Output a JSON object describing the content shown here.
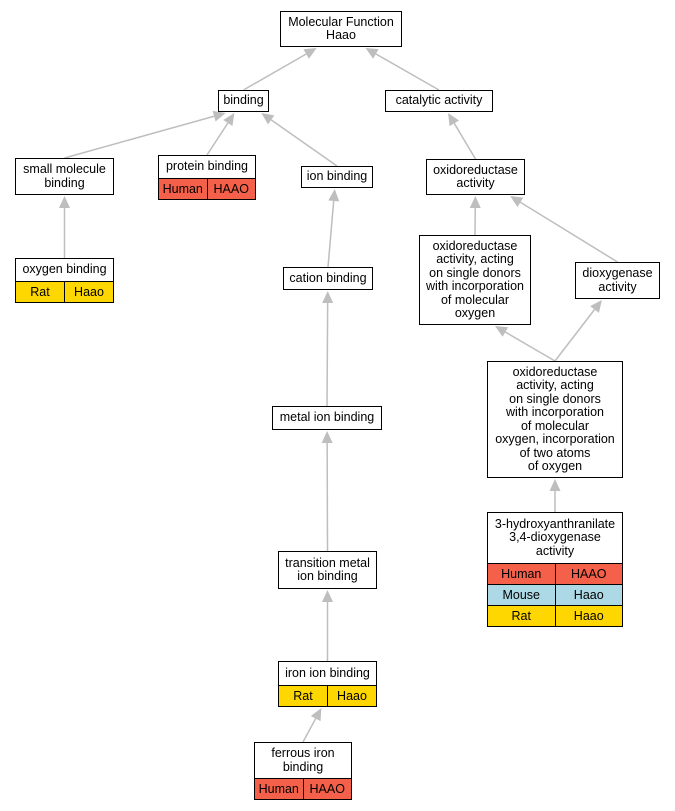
{
  "colors": {
    "human": "#f46049",
    "mouse": "#add8e6",
    "rat": "#ffd700",
    "edge": "#bebebe",
    "border": "#000000"
  },
  "nodes": {
    "mf_root": {
      "label": "Molecular Function\nHaao",
      "rows": []
    },
    "binding": {
      "label": "binding",
      "rows": []
    },
    "catalytic_activity": {
      "label": "catalytic activity",
      "rows": []
    },
    "small_molecule_binding": {
      "label": "small molecule\nbinding",
      "rows": []
    },
    "protein_binding": {
      "label": "protein binding",
      "rows": [
        {
          "species": "Human",
          "gene": "HAAO",
          "color_key": "human"
        }
      ]
    },
    "ion_binding": {
      "label": "ion binding",
      "rows": []
    },
    "oxidoreductase_activity": {
      "label": "oxidoreductase\nactivity",
      "rows": []
    },
    "oxygen_binding": {
      "label": "oxygen binding",
      "rows": [
        {
          "species": "Rat",
          "gene": "Haao",
          "color_key": "rat"
        }
      ]
    },
    "ox_single_donors": {
      "label": "oxidoreductase\nactivity, acting\non single donors\nwith incorporation\nof molecular\noxygen",
      "rows": []
    },
    "dioxygenase_activity": {
      "label": "dioxygenase\nactivity",
      "rows": []
    },
    "cation_binding": {
      "label": "cation binding",
      "rows": []
    },
    "ox_two_atoms": {
      "label": "oxidoreductase\nactivity, acting\non single donors\nwith incorporation\nof molecular\noxygen, incorporation\nof two atoms\nof oxygen",
      "rows": []
    },
    "metal_ion_binding": {
      "label": "metal ion binding",
      "rows": []
    },
    "hydroxyanthranilate": {
      "label": "3-hydroxyanthranilate\n3,4-dioxygenase\nactivity",
      "rows": [
        {
          "species": "Human",
          "gene": "HAAO",
          "color_key": "human"
        },
        {
          "species": "Mouse",
          "gene": "Haao",
          "color_key": "mouse"
        },
        {
          "species": "Rat",
          "gene": "Haao",
          "color_key": "rat"
        }
      ]
    },
    "transition_metal_ion_binding": {
      "label": "transition metal\nion binding",
      "rows": []
    },
    "iron_ion_binding": {
      "label": "iron ion binding",
      "rows": [
        {
          "species": "Rat",
          "gene": "Haao",
          "color_key": "rat"
        }
      ]
    },
    "ferrous_iron_binding": {
      "label": "ferrous iron\nbinding",
      "rows": [
        {
          "species": "Human",
          "gene": "HAAO",
          "color_key": "human"
        }
      ]
    }
  },
  "edges": [
    {
      "from": "binding",
      "to": "mf_root"
    },
    {
      "from": "catalytic_activity",
      "to": "mf_root"
    },
    {
      "from": "small_molecule_binding",
      "to": "binding"
    },
    {
      "from": "protein_binding",
      "to": "binding"
    },
    {
      "from": "ion_binding",
      "to": "binding"
    },
    {
      "from": "oxidoreductase_activity",
      "to": "catalytic_activity"
    },
    {
      "from": "oxygen_binding",
      "to": "small_molecule_binding"
    },
    {
      "from": "ox_single_donors",
      "to": "oxidoreductase_activity"
    },
    {
      "from": "dioxygenase_activity",
      "to": "oxidoreductase_activity"
    },
    {
      "from": "cation_binding",
      "to": "ion_binding"
    },
    {
      "from": "ox_two_atoms",
      "to": "ox_single_donors"
    },
    {
      "from": "ox_two_atoms",
      "to": "dioxygenase_activity"
    },
    {
      "from": "metal_ion_binding",
      "to": "cation_binding"
    },
    {
      "from": "hydroxyanthranilate",
      "to": "ox_two_atoms"
    },
    {
      "from": "transition_metal_ion_binding",
      "to": "metal_ion_binding"
    },
    {
      "from": "iron_ion_binding",
      "to": "transition_metal_ion_binding"
    },
    {
      "from": "ferrous_iron_binding",
      "to": "iron_ion_binding"
    }
  ]
}
